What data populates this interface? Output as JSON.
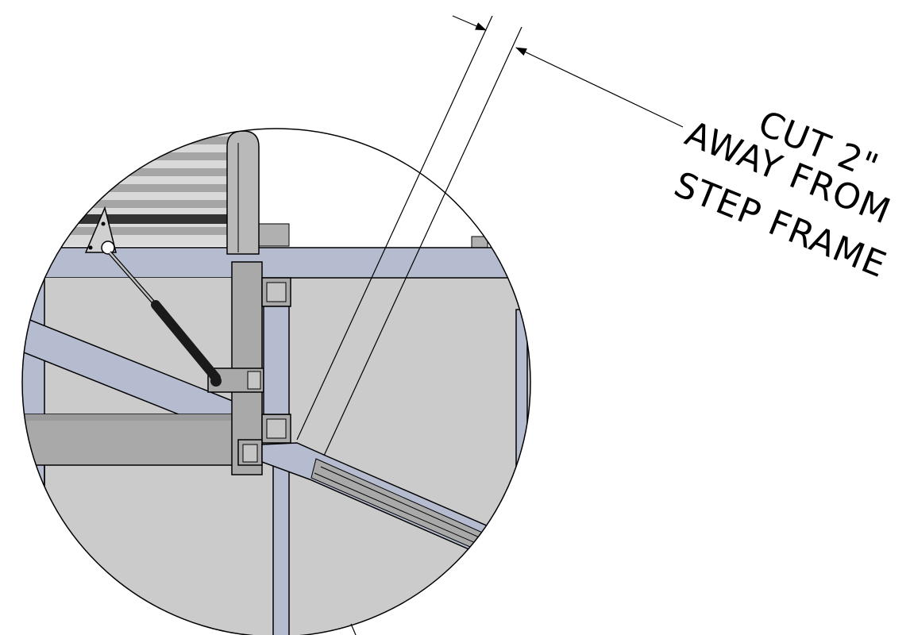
{
  "annotation": {
    "lines": [
      "CUT 2\"",
      "AWAY FROM",
      "STEP FRAME"
    ]
  },
  "colors": {
    "frame_blue": "#b5bccf",
    "frame_blue_dark": "#9aa3b8",
    "panel_gray": "#cbcbcb",
    "steel_gray": "#a9a9a9",
    "steel_dark": "#8a8a8a",
    "strut_black": "#1a1a1a",
    "line": "#000000"
  }
}
